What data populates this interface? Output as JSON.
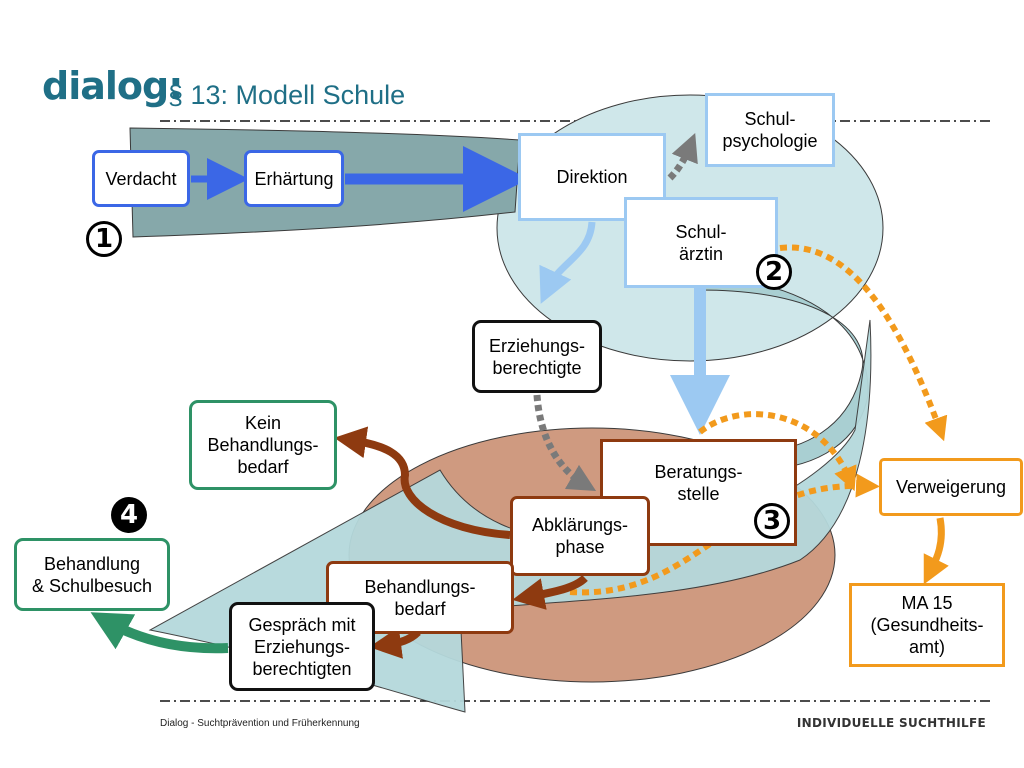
{
  "header": {
    "brand": "dialog:",
    "title": "§ 13: Modell Schule"
  },
  "boxes": {
    "verdacht": "Verdacht",
    "erhaertung": "Erhärtung",
    "direktion": "Direktion",
    "schulpsychologie": "Schul-\npsychologie",
    "schulaerztin": "Schul-\närztin",
    "erziehungsberechtigte": "Erziehungs-\nberechtigte",
    "kein_behandlungsbedarf": "Kein\nBehandlungs-\nbedarf",
    "beratungsstelle": "Beratungs-\nstelle",
    "verweigerung": "Verweigerung",
    "abklaerungsphase": "Abklärungs-\nphase",
    "behandlungsbedarf": "Behandlungs-\nbedarf",
    "behandlung_schulbesuch": "Behandlung\n& Schulbesuch",
    "gespraech": "Gespräch mit\nErziehungs-\nberechtigten",
    "ma15": "MA 15\n(Gesundheits-\namt)"
  },
  "markers": {
    "m1": "1",
    "m2": "2",
    "m3": "3",
    "m4": "4"
  },
  "footer": {
    "left": "Dialog - Suchtprävention und Früherkennung",
    "right": "INDIVIDUELLE SUCHTHILFE"
  },
  "colors": {
    "brand": "#1f6f86",
    "blue": "#3b67e6",
    "light_blue": "#9cc9f2",
    "brown": "#8e3a10",
    "green": "#2e9266",
    "orange": "#f29a1c",
    "gray": "#7a7a7a"
  }
}
